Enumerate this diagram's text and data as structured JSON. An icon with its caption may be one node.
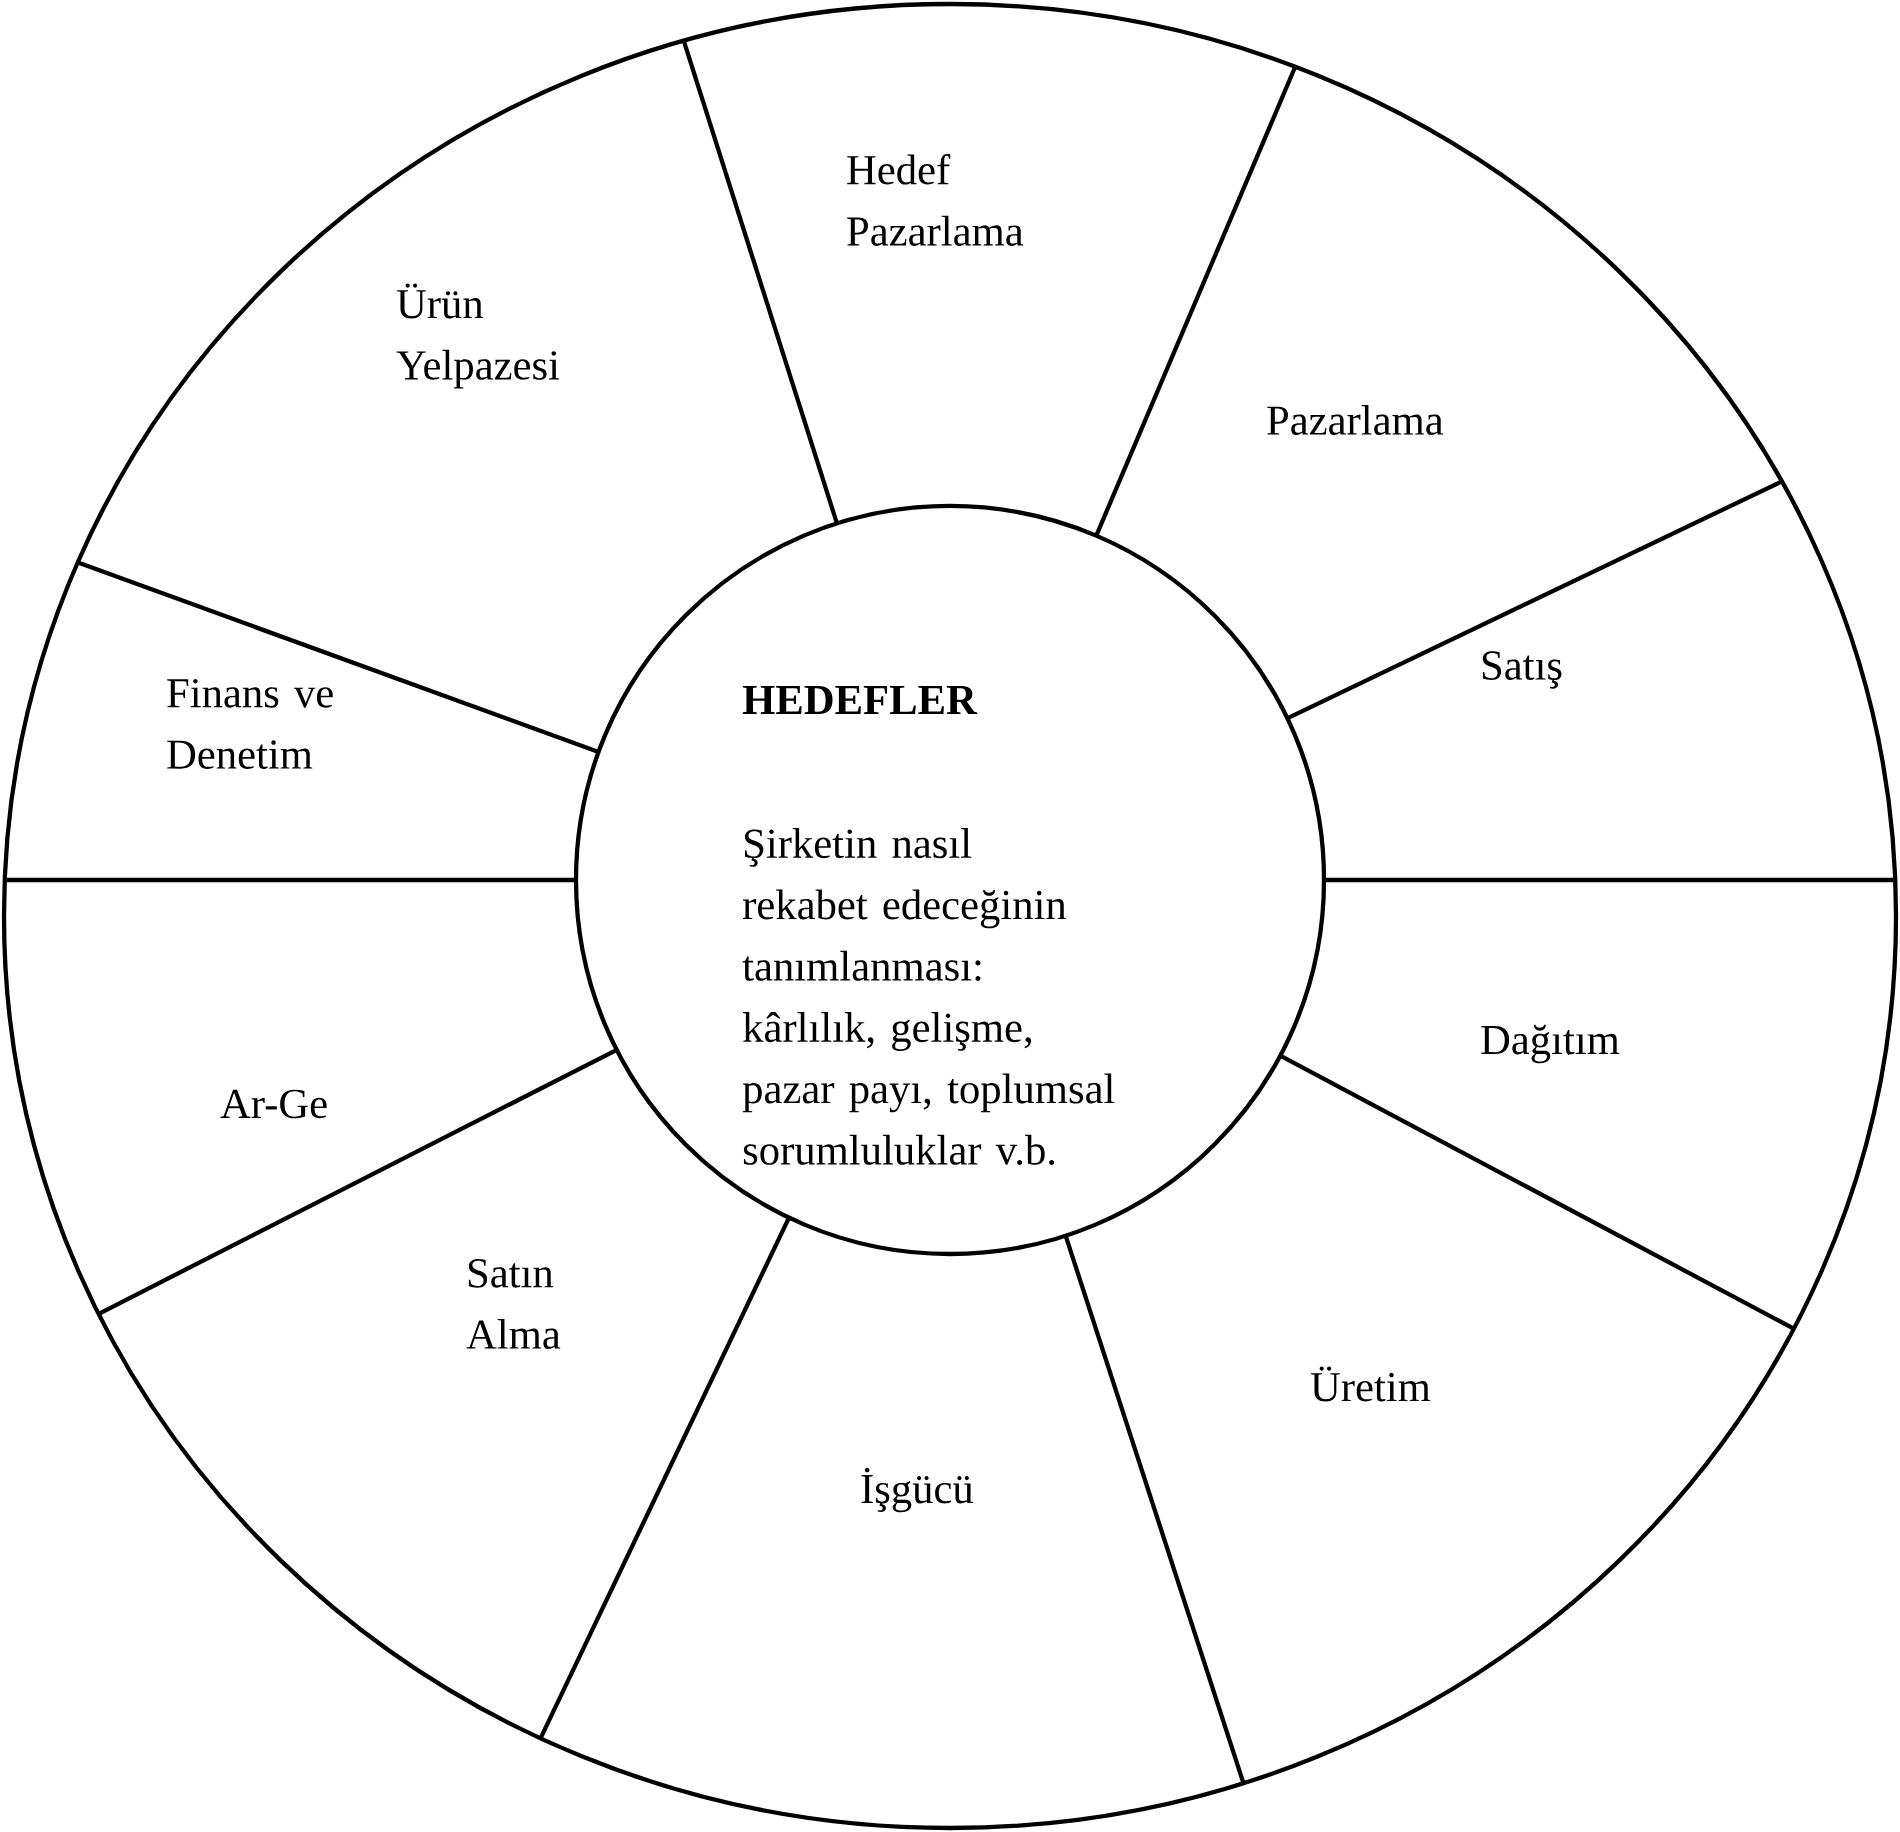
{
  "diagram": {
    "nodes": [
      {
        "text": [
          "HEDEFLER",
          "Şirketin nasıl rekabet edeceğinin tanımlanması: kârlılık, gelişme, pazar payı, toplumsal sorumluluklar v.b."
        ]
      },
      {
        "text": [
          "Hedef Pazarlama"
        ]
      },
      {
        "text": [
          "Pazarlama"
        ]
      },
      {
        "text": [
          "Satış"
        ]
      },
      {
        "text": [
          "Dağıtım"
        ]
      },
      {
        "text": [
          "Üretim"
        ]
      },
      {
        "text": [
          "İşgücü"
        ]
      },
      {
        "text": [
          "Satın Alma"
        ]
      },
      {
        "text": [
          "Ar-Ge"
        ]
      },
      {
        "text": [
          "Finans ve Denetim"
        ]
      },
      {
        "text": [
          "Ürün Yelpazesi"
        ]
      }
    ]
  }
}
